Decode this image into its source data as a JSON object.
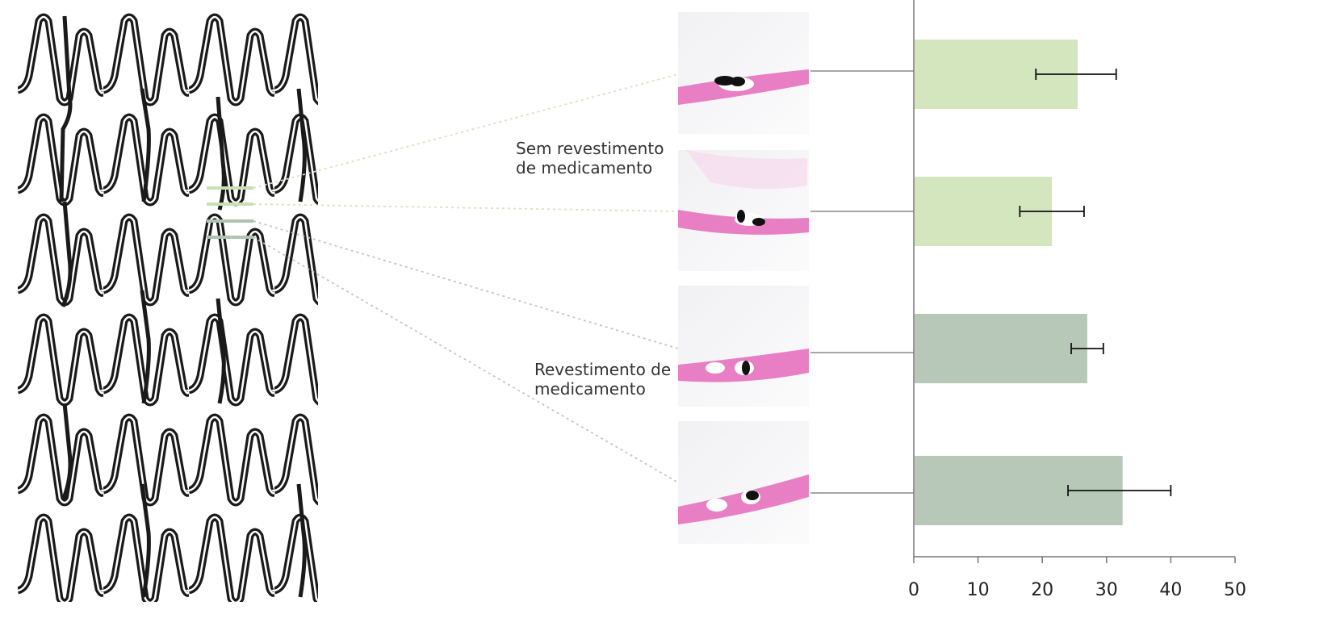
{
  "groups": [
    {
      "label_line1": "Sem revestimento",
      "label_line2": "de medicamento"
    },
    {
      "label_line1": "Revestimento de",
      "label_line2": "medicamento"
    }
  ],
  "colors": {
    "uncoated": "#d3e6bd",
    "coated": "#b8c8b8",
    "tissue": "#e87fc4",
    "strut": "#1a1a1a",
    "axis": "#777777"
  },
  "chart_data": {
    "type": "bar",
    "orientation": "horizontal",
    "xlim": [
      0,
      50
    ],
    "xticks": [
      "0",
      "10",
      "20",
      "30",
      "40",
      "50"
    ],
    "bars": [
      {
        "group": "Sem revestimento de medicamento",
        "value": 25.5,
        "err_low": 19,
        "err_high": 31.5
      },
      {
        "group": "Sem revestimento de medicamento",
        "value": 21.5,
        "err_low": 16.5,
        "err_high": 26.5
      },
      {
        "group": "Revestimento de medicamento",
        "value": 27,
        "err_low": 24.5,
        "err_high": 29.5
      },
      {
        "group": "Revestimento de medicamento",
        "value": 32.5,
        "err_low": 24,
        "err_high": 40
      }
    ],
    "grid": false
  }
}
